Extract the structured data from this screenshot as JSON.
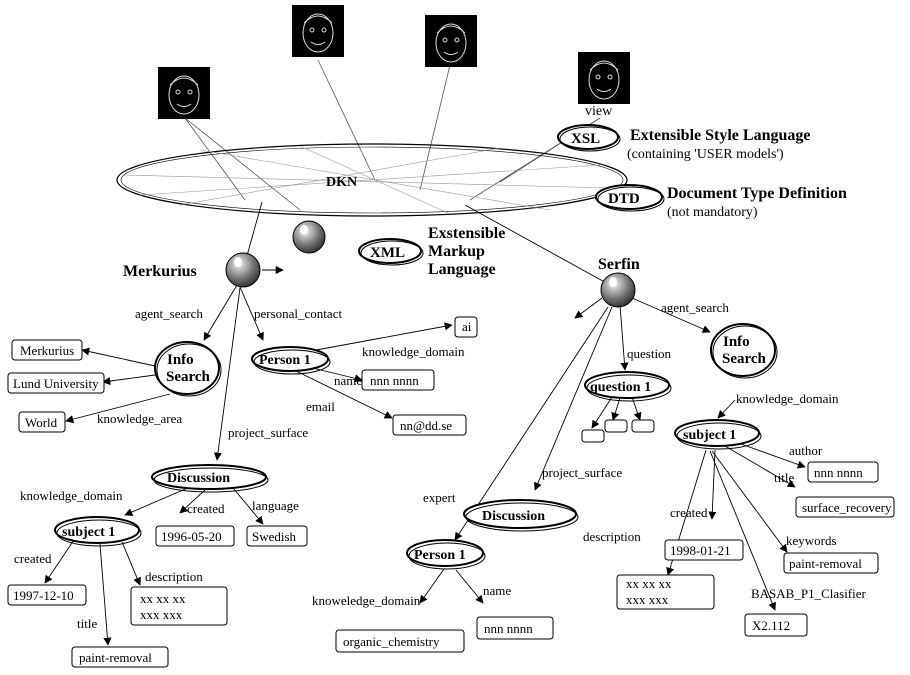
{
  "dkn": {
    "label": "DKN"
  },
  "legend": {
    "view": "view",
    "xsl": {
      "abbr": "XSL",
      "title": "Extensible Style Language",
      "subtitle": "(containing 'USER models')"
    },
    "dtd": {
      "abbr": "DTD",
      "title": "Document Type Definition",
      "subtitle": "(not mandatory)"
    },
    "xml": {
      "abbr": "XML",
      "line1": "Exstensible",
      "line2": "Markup",
      "line3": "Language"
    }
  },
  "merkurius": {
    "name": "Merkurius",
    "edges": {
      "agent_search": "agent_search",
      "personal_contact": "personal_contact",
      "knowledge_area": "knowledge_area",
      "project_surface": "project_surface",
      "knowledge_domain": "knowledge_domain",
      "name": "name",
      "email": "email",
      "created": "created",
      "language": "language",
      "created2": "created",
      "description": "description",
      "title": "title",
      "kd2": "knowledge_domain"
    },
    "info_search": {
      "line1": "Info",
      "line2": "Search"
    },
    "boxes": {
      "merkurius": "Merkurius",
      "lund": "Lund University",
      "world": "World",
      "ai": "ai",
      "name": "nnn nnnn",
      "email": "nn@dd.se",
      "date": "1996-05-20",
      "lang": "Swedish",
      "created": "1997-12-10",
      "desc1": "xx xx xx",
      "desc2": "xxx xxx",
      "title": "paint-removal"
    },
    "person": "Person 1",
    "discussion": "Discussion",
    "subject": "subject 1"
  },
  "serfin": {
    "name": "Serfin",
    "edges": {
      "agent_search": "agent_search",
      "question": "question",
      "knowledge_domain": "knowledge_domain",
      "project_surface": "project_surface",
      "expert": "expert",
      "author": "author",
      "title": "title",
      "created": "created",
      "description": "description",
      "keywords": "keywords",
      "classifier": "BASAB_P1_Clasifier",
      "kd": "knoweledge_domain",
      "name": "name"
    },
    "info_search": {
      "line1": "Info",
      "line2": "Search"
    },
    "question": "question 1",
    "subject": "subject 1",
    "discussion": "Discussion",
    "person": "Person 1",
    "boxes": {
      "author": "nnn nnnn",
      "title": "surface_recovery",
      "keywords": "paint-removal",
      "created": "1998-01-21",
      "desc1": "xx xx xx",
      "desc2": "xxx xxx",
      "classifier": "X2.112",
      "kd": "organic_chemistry",
      "name": "nnn nnnn"
    }
  }
}
